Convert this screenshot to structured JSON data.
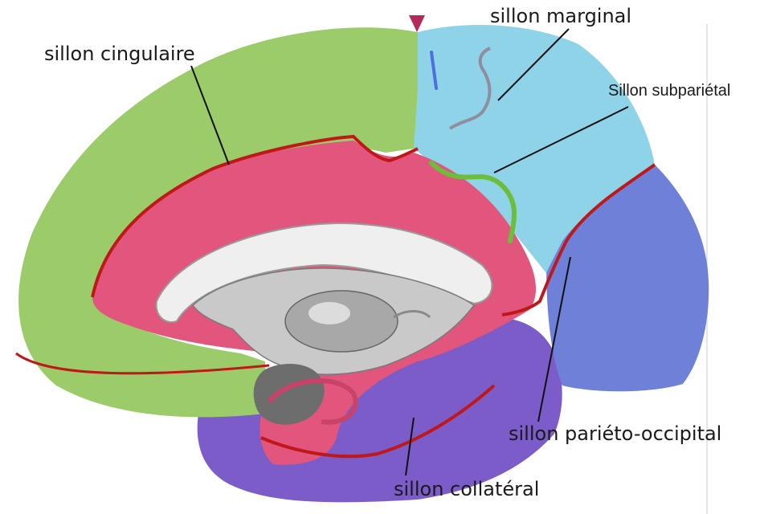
{
  "labels": {
    "cingulaire": "sillon cingulaire",
    "marginal": "sillon marginal",
    "subparietal": "Sillon subpariétal",
    "parieto_occipital": "sillon pariéto-occipital",
    "collateral": "sillon collatéral"
  },
  "colors": {
    "frontal_green": "#9ccc6a",
    "parietal_blue": "#8fd3e8",
    "occipital_blue": "#6f80d8",
    "temporal_purple": "#7b5cc8",
    "limbic_pink": "#e2557d",
    "sulcus_red": "#c01818",
    "subparietal_green": "#6cbe3a",
    "marginal_grey": "#8e8e9e",
    "marker_magenta": "#b4285a",
    "marker_blue": "#4d6fe0"
  }
}
